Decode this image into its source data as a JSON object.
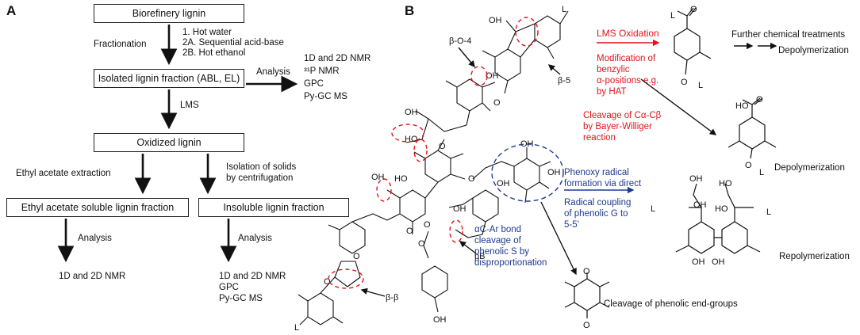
{
  "panel_a": {
    "label": "A",
    "boxes": {
      "biorefinery": "Biorefinery lignin",
      "isolated": "Isolated lignin fraction (ABL, EL)",
      "oxidized": "Oxidized lignin",
      "ethyl_soluble": "Ethyl acetate soluble lignin fraction",
      "insoluble": "Insoluble lignin fraction"
    },
    "fractionation": "Fractionation",
    "fractionation_steps": [
      "1. Hot water",
      "2A. Sequential acid-base",
      "2B. Hot ethanol"
    ],
    "analysis_main": "Analysis",
    "analysis_main_methods": [
      "1D and 2D NMR",
      "³¹P NMR",
      "GPC",
      "Py-GC MS"
    ],
    "lms": "LMS",
    "ethyl_extraction": "Ethyl acetate extraction",
    "isolation_solids": [
      "Isolation of solids",
      "by centrifugation"
    ],
    "left_analysis": "Analysis",
    "left_methods": [
      "1D and 2D NMR"
    ],
    "right_analysis": "Analysis",
    "right_methods": [
      "1D and 2D NMR",
      "GPC",
      "Py-GC MS"
    ]
  },
  "panel_b": {
    "label": "B",
    "linkages": {
      "b_o_4": "β-O-4",
      "b_5": "β-5",
      "b_b": "β-β",
      "pb": "pB"
    },
    "lms_oxidation": "LMS Oxidation",
    "modification": [
      "Modification of",
      "benzylic",
      "α-positions e.g.",
      "by HAT"
    ],
    "cleavage_ca_cb": [
      "Cleavage of Cα-Cβ",
      "by Bayer-Williger",
      "reaction"
    ],
    "phenoxy": [
      "Phenoxy radical",
      "formation via direct"
    ],
    "radical_coupling": [
      "Radical coupling",
      "of phenolic G to",
      "5-5'"
    ],
    "ac_ar": [
      "αC-Ar bond",
      "cleavage of",
      "phenolic S by",
      "disproportionation"
    ],
    "further": "Further chemical treatments",
    "depolymerization_1": "Depolymerization",
    "depolymerization_2": "Depolymerization",
    "repolymerization": "Repolymerization",
    "cleavage_end": "Cleavage of phenolic end-groups",
    "atoms": {
      "L": "L",
      "OH": "OH",
      "HO": "HO",
      "O": "O"
    }
  },
  "colors": {
    "red": "#e0141b",
    "blue": "#1d3a8f",
    "black": "#111111"
  }
}
